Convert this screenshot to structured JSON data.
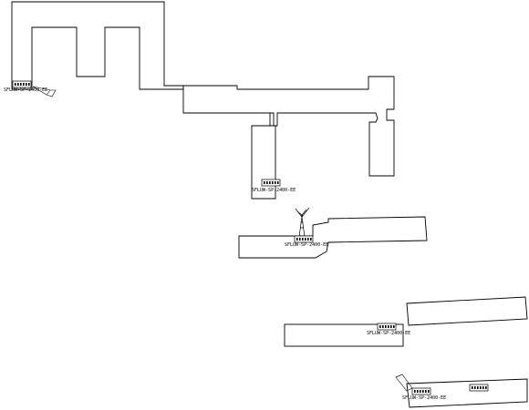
{
  "drawing": {
    "background": "#ffffff",
    "line_color": "#000000"
  },
  "devices": [
    {
      "label": "SFLUW-SP-2400-EE",
      "icon": "switch-icon"
    },
    {
      "label": "SFLUW-SP-2400-EE",
      "icon": "switch-icon"
    },
    {
      "label": "SFLUW-SP-2400-EE",
      "icon": "switch-with-antenna-icon"
    },
    {
      "label": "SFLUW-SP-2400-EE",
      "icon": "switch-icon"
    },
    {
      "label": "SFLUW-SP-2400-EE",
      "icon": "switch-icon"
    },
    {
      "label": "",
      "icon": "switch-icon"
    }
  ],
  "antennas": [
    {
      "icon": "antenna-tower-icon"
    }
  ],
  "cones": [
    {
      "icon": "directional-antenna-icon"
    },
    {
      "icon": "directional-antenna-icon"
    }
  ]
}
